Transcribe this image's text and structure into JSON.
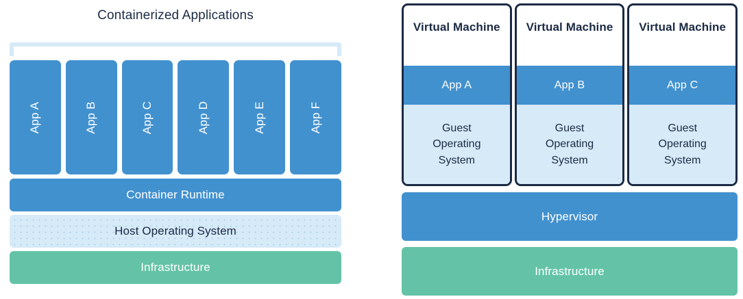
{
  "diagram": {
    "type": "architecture-comparison",
    "panels": [
      {
        "id": "containers",
        "title": "Containerized Applications",
        "bracket": {
          "name": "applications-bracket",
          "color": "#d6eaf8"
        },
        "apps": [
          {
            "label": "App A"
          },
          {
            "label": "App B"
          },
          {
            "label": "App C"
          },
          {
            "label": "App D"
          },
          {
            "label": "App E"
          },
          {
            "label": "App F"
          }
        ],
        "layers": [
          {
            "label": "Container Runtime",
            "color": "#4291cf",
            "text_color": "#ffffff"
          },
          {
            "label": "Host Operating System",
            "color": "#d6eaf8",
            "text_color": "#1b2a44"
          },
          {
            "label": "Infrastructure",
            "color": "#64c3a6",
            "text_color": "#ffffff"
          }
        ]
      },
      {
        "id": "virtual-machines",
        "vms": [
          {
            "header": "Virtual Machine",
            "app": "App A",
            "guest_os": "Guest\nOperating\nSystem"
          },
          {
            "header": "Virtual Machine",
            "app": "App B",
            "guest_os": "Guest\nOperating\nSystem"
          },
          {
            "header": "Virtual Machine",
            "app": "App C",
            "guest_os": "Guest\nOperating\nSystem"
          }
        ],
        "guest_os_lines": [
          "Guest",
          "Operating",
          "System"
        ],
        "layers": [
          {
            "label": "Hypervisor",
            "color": "#4291cf",
            "text_color": "#ffffff"
          },
          {
            "label": "Infrastructure",
            "color": "#64c3a6",
            "text_color": "#ffffff"
          }
        ]
      }
    ],
    "colors": {
      "blue": "#4291cf",
      "light_blue": "#d6eaf8",
      "green": "#64c3a6",
      "navy": "#1b2a44",
      "white": "#ffffff",
      "background": "#ffffff"
    }
  }
}
